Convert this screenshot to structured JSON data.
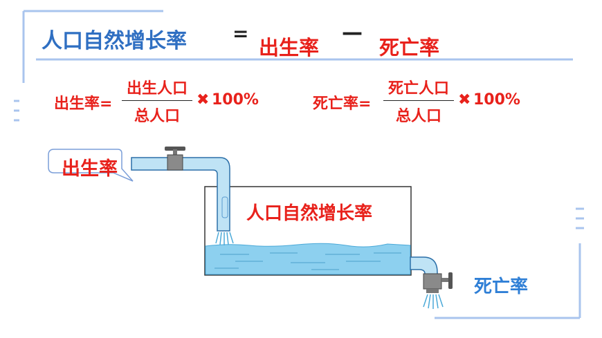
{
  "title": "人口自然增长率",
  "equals_sign": "=",
  "birth_rate": "出生率",
  "minus_sign": "—",
  "death_rate": "死亡率",
  "formula_birth": {
    "label": "出生率=",
    "numerator": "出生人口",
    "denominator": "总人口",
    "times": "✖",
    "factor": "100%"
  },
  "formula_death": {
    "label": "死亡率=",
    "numerator": "死亡人口",
    "denominator": "总人口",
    "times": "✖",
    "factor": "100%"
  },
  "diagram": {
    "inflow_label": "出生率",
    "tank_label": "人口自然增长率",
    "outflow_label": "死亡率"
  },
  "colors": {
    "title_blue": "#2f6fc2",
    "accent_red": "#e8211b",
    "frame_blue": "#a9c4ee",
    "water": "#8dd0ef",
    "pipe": "#bfe3f5"
  }
}
